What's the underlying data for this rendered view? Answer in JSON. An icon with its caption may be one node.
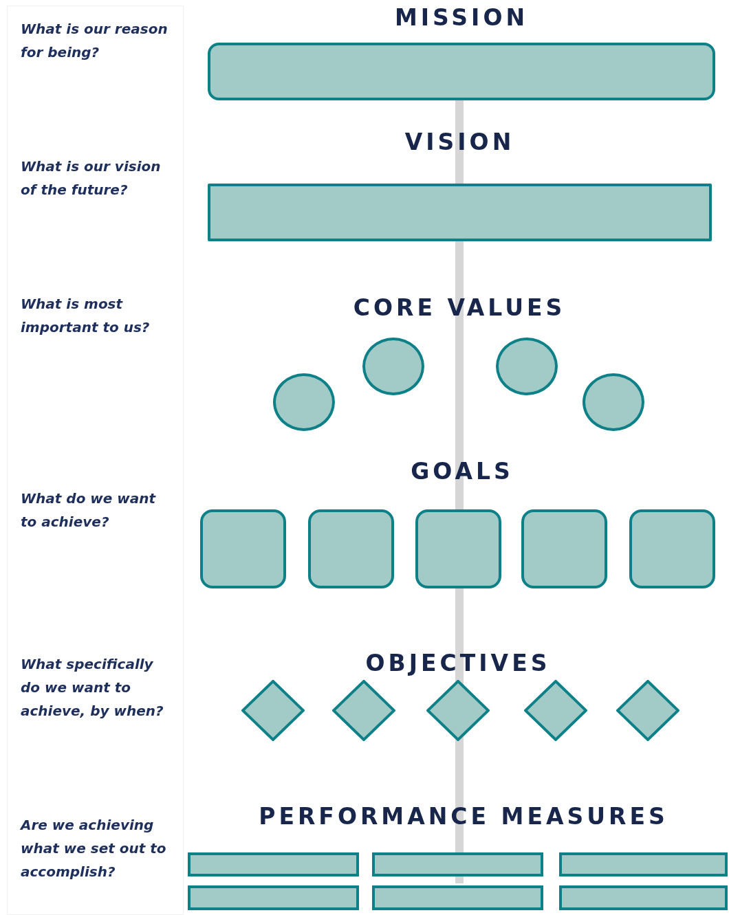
{
  "diagram": {
    "nodes": [
      {
        "text": [
          "MISSION"
        ]
      },
      {
        "text": [
          "VISION"
        ]
      },
      {
        "text": [],
        "shape": "circle"
      },
      {
        "text": [],
        "shape": "circle"
      },
      {
        "text": [],
        "shape": "circle"
      },
      {
        "text": [],
        "shape": "circle"
      },
      {
        "text": [],
        "shape": "box"
      },
      {
        "text": [],
        "shape": "box"
      },
      {
        "text": [],
        "shape": "box"
      },
      {
        "text": [],
        "shape": "box"
      },
      {
        "text": [],
        "shape": "box"
      },
      {
        "text": [],
        "shape": "diamond"
      },
      {
        "text": [],
        "shape": "diamond"
      },
      {
        "text": [],
        "shape": "diamond"
      },
      {
        "text": [],
        "shape": "diamond"
      },
      {
        "text": [],
        "shape": "diamond"
      },
      {
        "text": [],
        "shape": "bar"
      },
      {
        "text": [],
        "shape": "bar"
      },
      {
        "text": [],
        "shape": "bar"
      },
      {
        "text": [],
        "shape": "bar"
      },
      {
        "text": [],
        "shape": "bar"
      },
      {
        "text": [],
        "shape": "bar"
      }
    ],
    "edges": [],
    "labels": [
      "What is our reason for being?",
      "What is our vision of the future?",
      "What is most important to us?",
      "CORE VALUES",
      "GOALS",
      "What do we want to achieve?",
      "What specifically do we want to achieve, by when?",
      "OBJECTIVES",
      "PERFORMANCE MEASURES",
      "Are we achieving what we set out to accomplish?"
    ]
  }
}
